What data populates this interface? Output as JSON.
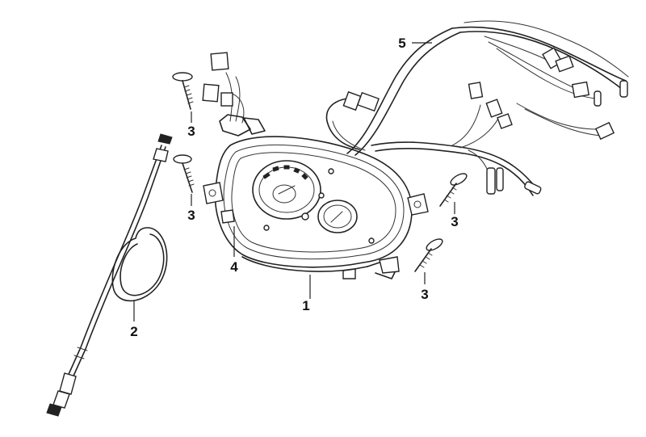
{
  "callouts": [
    {
      "id": "label-1",
      "text": "1",
      "part": "meter-assembly"
    },
    {
      "id": "label-2",
      "text": "2",
      "part": "speedometer-cable"
    },
    {
      "id": "label-3a",
      "text": "3",
      "part": "screw"
    },
    {
      "id": "label-3b",
      "text": "3",
      "part": "screw"
    },
    {
      "id": "label-3c",
      "text": "3",
      "part": "screw"
    },
    {
      "id": "label-3d",
      "text": "3",
      "part": "screw"
    },
    {
      "id": "label-4",
      "text": "4",
      "part": "meter-housing-gasket"
    },
    {
      "id": "label-5",
      "text": "5",
      "part": "wiring-harness"
    }
  ]
}
